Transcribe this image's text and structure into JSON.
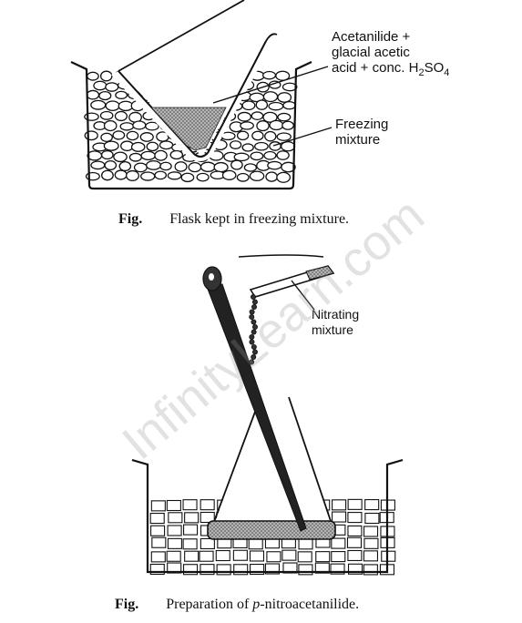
{
  "figure1": {
    "label_reagent_lines": [
      "Acetanilide +",
      "glacial acetic",
      "acid + conc. H",
      "2",
      "SO",
      "4"
    ],
    "label_freezing_lines": [
      "Freezing",
      "mixture"
    ],
    "caption_tag": "Fig.",
    "caption_text": "Flask kept in freezing mixture."
  },
  "figure2": {
    "label_nitrating_lines": [
      "Nitrating",
      "mixture"
    ],
    "caption_tag": "Fig.",
    "caption_text_before": "Preparation of ",
    "caption_italic": "p",
    "caption_text_after": "-nitroacetanilide."
  },
  "watermark": "InfinityLearn.com",
  "colors": {
    "ink": "#111111",
    "liquid": "#9a9a9a",
    "watermark": "#969696"
  }
}
